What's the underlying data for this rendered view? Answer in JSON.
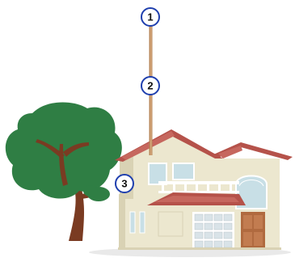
{
  "colors": {
    "marker_stroke": "#1f3fae",
    "marker_fill": "#ffffff",
    "marker_text": "#111111",
    "mast": "#b8875a",
    "roof": "#b5524a",
    "wall": "#ece7cf",
    "wall_shadow": "#d9d2b4",
    "tree_canopy": "#2f7e44",
    "tree_trunk": "#7a3b22",
    "window_glass": "#c8dfe6",
    "garage_door": "#b06a3f"
  },
  "markers": [
    {
      "label": "1"
    },
    {
      "label": "2"
    },
    {
      "label": "3"
    }
  ],
  "icons": {
    "mast": "antenna-mast-icon",
    "house": "house-icon",
    "tree": "tree-icon"
  }
}
